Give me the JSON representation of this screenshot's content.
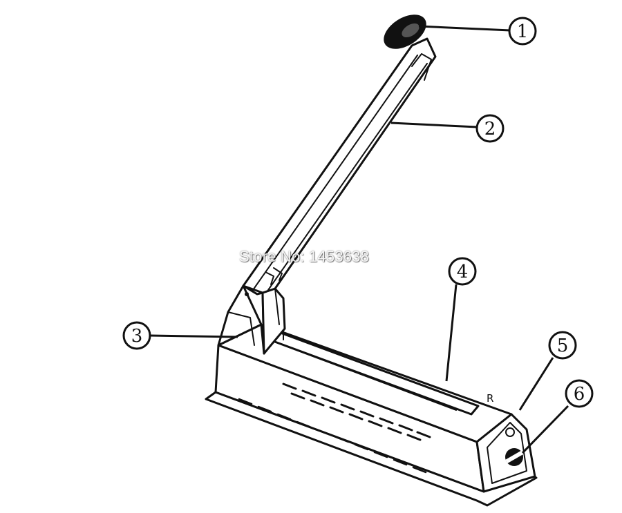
{
  "watermark": "Store No: 1453638",
  "labels": {
    "l1": "1",
    "l2": "2",
    "l3": "3",
    "l4": "4",
    "l5": "5",
    "l6": "6"
  },
  "body_mark": "R",
  "colors": {
    "ink": "#111111",
    "background": "#ffffff"
  }
}
